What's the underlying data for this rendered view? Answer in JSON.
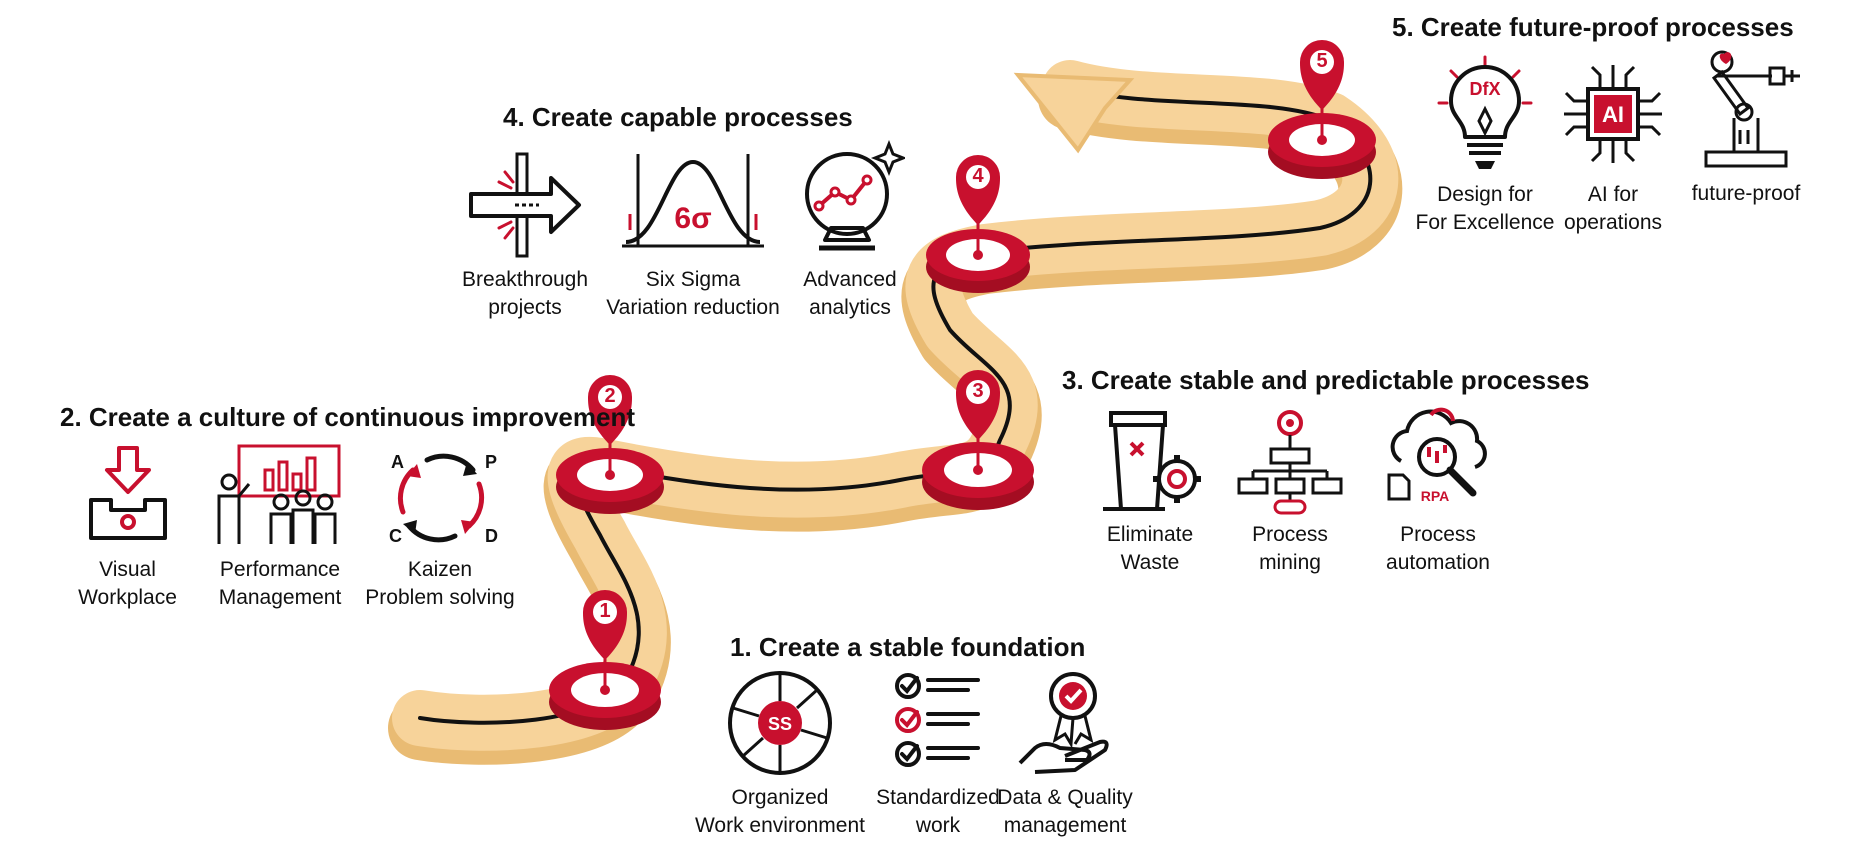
{
  "colors": {
    "road": "#f7d39a",
    "roadSide": "#e9bb73",
    "brand": "#c8102e",
    "ink": "#111111"
  },
  "stages": [
    {
      "number": "1",
      "title": "1. Create a stable foundation",
      "items": [
        {
          "icon": "ss-wheel-icon",
          "line1": "Organized",
          "line2": "Work environment"
        },
        {
          "icon": "checklist-icon",
          "line1": "Standardized",
          "line2": "work"
        },
        {
          "icon": "quality-award-hand-icon",
          "line1": "Data & Quality",
          "line2": "management"
        }
      ]
    },
    {
      "number": "2",
      "title": "2. Create a culture of continuous improvement",
      "items": [
        {
          "icon": "visual-workplace-icon",
          "line1": "Visual",
          "line2": "Workplace"
        },
        {
          "icon": "team-presentation-icon",
          "line1": "Performance",
          "line2": "Management"
        },
        {
          "icon": "pdca-cycle-icon",
          "line1": "Kaizen",
          "line2": "Problem solving",
          "cycle": [
            "A",
            "P",
            "C",
            "D"
          ]
        }
      ]
    },
    {
      "number": "3",
      "title": "3. Create stable and predictable processes",
      "items": [
        {
          "icon": "waste-bin-gear-icon",
          "line1": "Eliminate",
          "line2": "Waste"
        },
        {
          "icon": "flowchart-gear-icon",
          "line1": "Process",
          "line2": "mining"
        },
        {
          "icon": "cloud-rpa-icon",
          "line1": "Process",
          "line2": "automation",
          "badge": "RPA"
        }
      ]
    },
    {
      "number": "4",
      "title": "4. Create capable processes",
      "items": [
        {
          "icon": "breakthrough-arrow-icon",
          "line1": "Breakthrough",
          "line2": "projects"
        },
        {
          "icon": "bell-curve-icon",
          "line1": "Six Sigma",
          "line2": "Variation reduction",
          "badge": "6σ"
        },
        {
          "icon": "crystal-ball-icon",
          "line1": "Advanced",
          "line2": "analytics"
        }
      ]
    },
    {
      "number": "5",
      "title": "5. Create future-proof processes",
      "items": [
        {
          "icon": "dfx-lightbulb-icon",
          "line1": "Design for",
          "line2": "For Excellence",
          "badge": "DfX"
        },
        {
          "icon": "ai-chip-icon",
          "line1": "AI for",
          "line2": "operations",
          "badge": "AI"
        },
        {
          "icon": "robot-arm-icon",
          "line1": "future-proof",
          "line2": ""
        }
      ]
    }
  ]
}
